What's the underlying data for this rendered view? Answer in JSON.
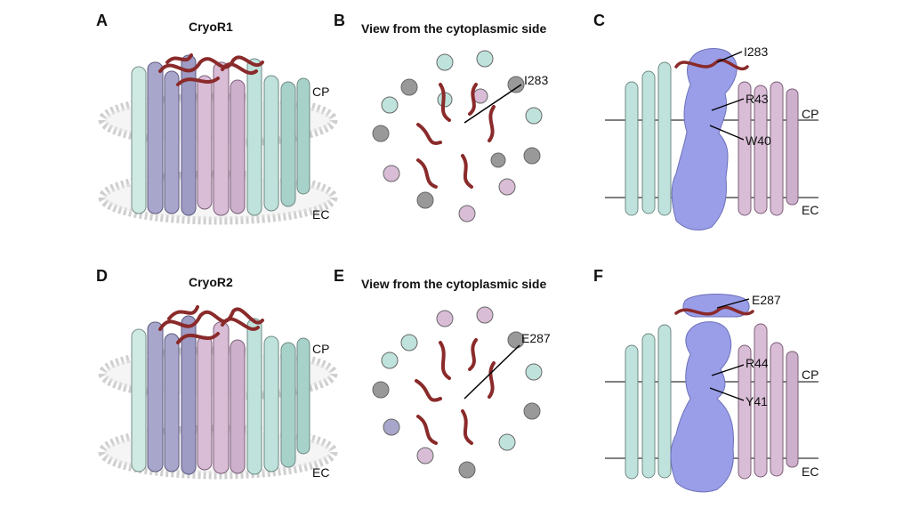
{
  "panels": [
    {
      "letter": "A",
      "title": "CryoR1",
      "cp": "CP",
      "ec": "EC"
    },
    {
      "letter": "B",
      "title": "View from the cytoplasmic side",
      "residue": "I283"
    },
    {
      "letter": "C",
      "residues": [
        "I283",
        "R43",
        "W40"
      ],
      "cp": "CP",
      "ec": "EC"
    },
    {
      "letter": "D",
      "title": "CryoR2",
      "cp": "CP",
      "ec": "EC"
    },
    {
      "letter": "E",
      "title": "View from the cytoplasmic side",
      "residue": "E287"
    },
    {
      "letter": "F",
      "residues": [
        "E287",
        "R44",
        "Y41"
      ],
      "cp": "CP",
      "ec": "EC"
    }
  ],
  "colors": {
    "cyan_helix": "#bfe3dc",
    "lilac_helix": "#a9a6cc",
    "pink_helix": "#d9bcd6",
    "loop_red": "#8a2a2a",
    "surface": "#9a9ee8",
    "membrane": "#c8c8c8"
  }
}
